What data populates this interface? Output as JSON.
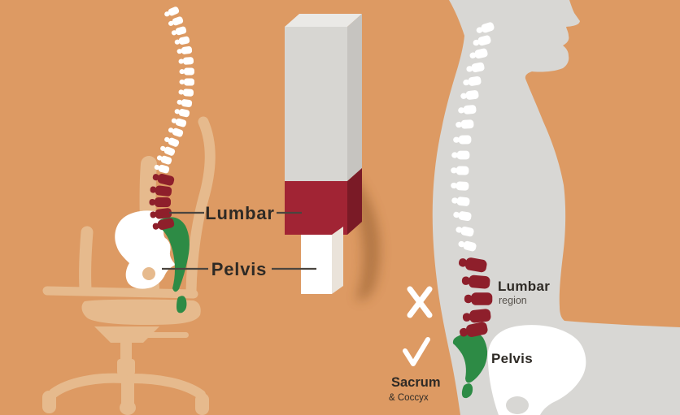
{
  "title": "Lumbar and pelvis support ergonomics diagram",
  "colors": {
    "background": "#dd9a63",
    "chair": "#e6ba8d",
    "figure": "#d8d7d4",
    "bone_white": "#ffffff",
    "vertebra_red": "#8e1f2b",
    "sacrum_green": "#2d8b45",
    "column_top": "#eae9e6",
    "column_front": "#d7d6d2",
    "column_side": "#c6c4c0",
    "column_red_front": "#a12434",
    "column_red_side": "#7a1a26",
    "column_white_front": "#ffffff",
    "column_white_side": "#eae3da",
    "shadow": "#7c4a1e",
    "text_dark": "#2e2a25",
    "text_muted": "#56514b",
    "pointer_line": "#4a453f",
    "mark_white": "#ffffff"
  },
  "icons": {
    "incorrect_mark": "x-mark",
    "correct_mark": "check-mark"
  },
  "left_diagram": {
    "lumbar_label": "Lumbar",
    "pelvis_label": "Pelvis"
  },
  "right_diagram": {
    "lumbar_label": "Lumbar",
    "lumbar_sublabel": "region",
    "pelvis_label": "Pelvis",
    "sacrum_label": "Sacrum",
    "sacrum_sublabel": "& Coccyx"
  }
}
